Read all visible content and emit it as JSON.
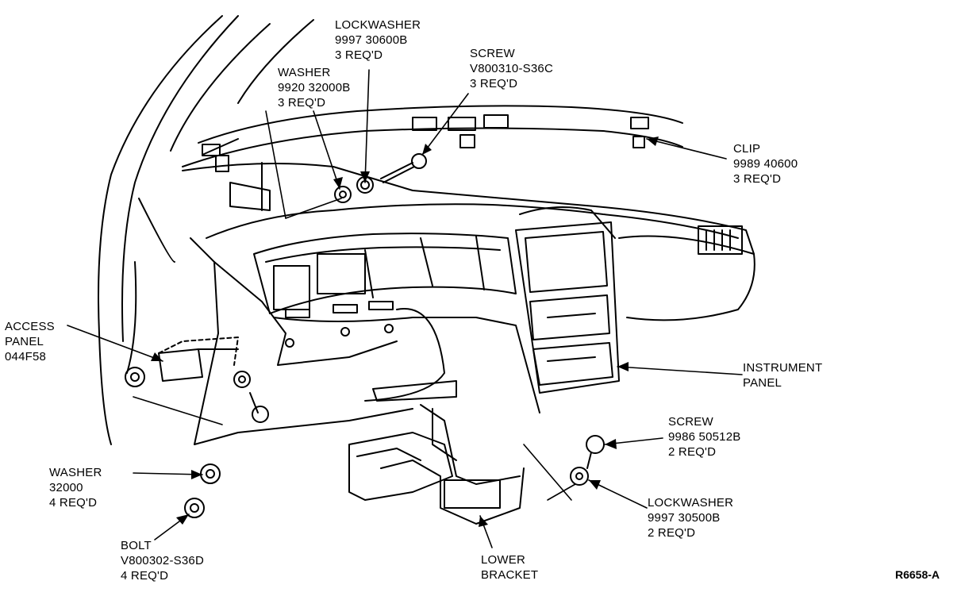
{
  "callouts": {
    "lockwasher_top": {
      "name": "LOCKWASHER",
      "part": "9997 30600B",
      "qty": "3 REQ'D"
    },
    "washer_top": {
      "name": "WASHER",
      "part": "9920 32000B",
      "qty": "3 REQ'D"
    },
    "screw_top": {
      "name": "SCREW",
      "part": "V800310-S36C",
      "qty": "3 REQ'D"
    },
    "clip": {
      "name": "CLIP",
      "part": "9989 40600",
      "qty": "3 REQ'D"
    },
    "access_panel": {
      "line1": "ACCESS",
      "line2": "PANEL",
      "part": "044F58"
    },
    "instrument_panel": {
      "line1": "INSTRUMENT",
      "line2": "PANEL"
    },
    "screw_right": {
      "name": "SCREW",
      "part": "9986 50512B",
      "qty": "2 REQ'D"
    },
    "lockwasher_right": {
      "name": "LOCKWASHER",
      "part": "9997 30500B",
      "qty": "2 REQ'D"
    },
    "washer_left": {
      "name": "WASHER",
      "part": "32000",
      "qty": "4 REQ'D"
    },
    "bolt": {
      "name": "BOLT",
      "part": "V800302-S36D",
      "qty": "4 REQ'D"
    },
    "lower_bracket": {
      "line1": "LOWER",
      "line2": "BRACKET"
    }
  },
  "reference_code": "R6658-A"
}
